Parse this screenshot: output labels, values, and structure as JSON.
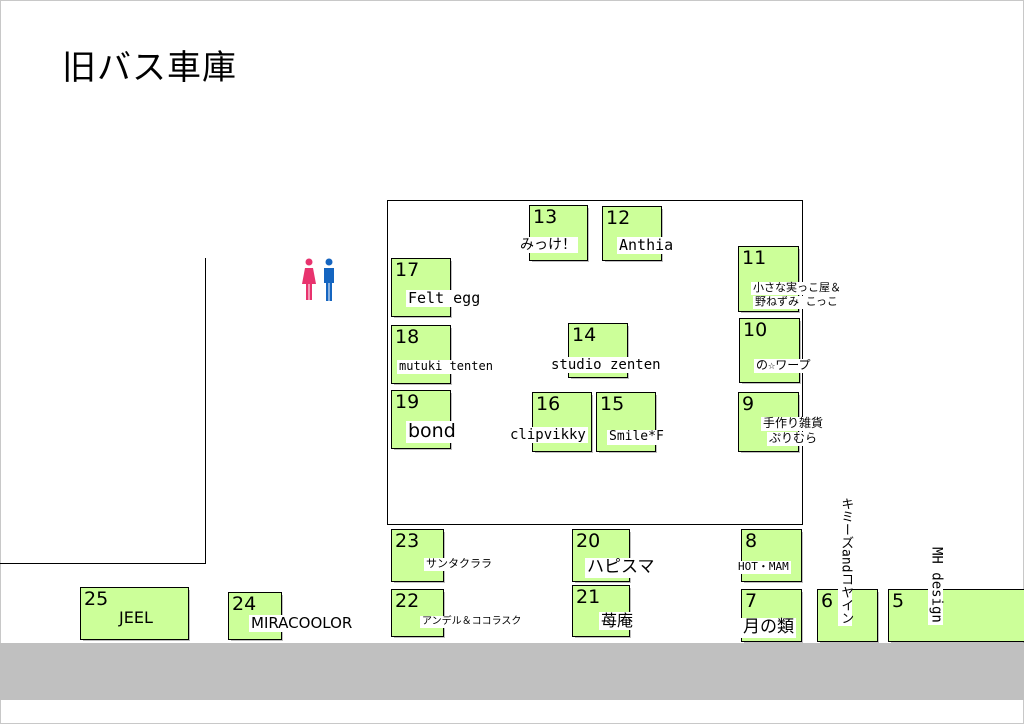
{
  "map": {
    "title": "旧バス車庫",
    "colors": {
      "booth": "#ccff99",
      "road": "#c0c0c0",
      "female": "#e8336e",
      "male": "#1565c0"
    },
    "restroom_icons": [
      "female-restroom-icon",
      "male-restroom-icon"
    ],
    "booths": [
      {
        "num": "5",
        "name": "MH design"
      },
      {
        "num": "6",
        "name": "キミーズandコヤイン"
      },
      {
        "num": "7",
        "name": "月の類"
      },
      {
        "num": "8",
        "name": "HOT・MAM"
      },
      {
        "num": "9",
        "name": "手作り雑貨",
        "name2": "ぷりむら"
      },
      {
        "num": "10",
        "name": "の☆ワープ"
      },
      {
        "num": "11",
        "name": "小さな実っこ屋＆",
        "name2": "野ねずみ こっこ"
      },
      {
        "num": "12",
        "name": "Anthia"
      },
      {
        "num": "13",
        "name": "みっけ！"
      },
      {
        "num": "14",
        "name": "studio zenten"
      },
      {
        "num": "15",
        "name": "Smile*F"
      },
      {
        "num": "16",
        "name": "clipvikky"
      },
      {
        "num": "17",
        "name": "Felt egg"
      },
      {
        "num": "18",
        "name": "mutuki tenten"
      },
      {
        "num": "19",
        "name": "bond"
      },
      {
        "num": "20",
        "name": "ハピスマ"
      },
      {
        "num": "21",
        "name": "苺庵"
      },
      {
        "num": "22",
        "name": "アンデル＆ココラスク"
      },
      {
        "num": "23",
        "name": "サンタクララ"
      },
      {
        "num": "24",
        "name": "MIRACOOLOR"
      },
      {
        "num": "25",
        "name": "JEEL"
      }
    ]
  }
}
